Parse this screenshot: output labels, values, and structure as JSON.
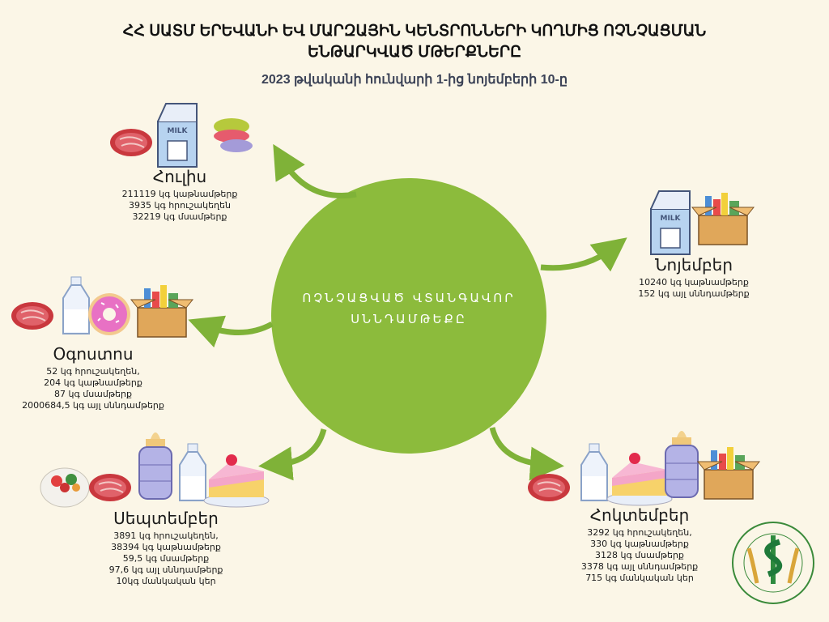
{
  "header": {
    "title_line1": "ՀՀ ՍԱՏՄ ԵՐԵՎԱՆԻ ԵՎ ՄԱՐԶԱՅԻՆ ԿԵՆՏՐՈՆՆԵՐԻ ԿՈՂՄԻՑ ՈՉՆՉԱՑՄԱՆ",
    "title_line2": "ԵՆԹԱՐԿՎԱԾ ՄԹԵՐՔՆԵՐԸ",
    "subtitle": "2023 թվականի հունվարի 1-ից նոյեմբերի 10-ը"
  },
  "center": {
    "line1": "ՈՉՆՉԱՑՎԱԾ ՎՏԱՆԳԱՎՈՐ",
    "line2": "ՍՆՆԴԱՄԹԵՔԸ"
  },
  "colors": {
    "background": "#fbf6e7",
    "circle": "#8cbb3c",
    "arrow": "#7fb238"
  },
  "months": {
    "july": {
      "name": "Հուլիս",
      "lines": [
        "211119 կգ կաթնամթերք",
        "3935 կգ հրուշակեղեն",
        "32219 կգ մսամթերք"
      ],
      "icons": [
        "meat-icon",
        "milk-carton-icon",
        "macaron-icon"
      ]
    },
    "november": {
      "name": "Նոյեմբեր",
      "lines": [
        "10240 կգ կաթնամթերք",
        "152 կգ այլ սննդամթերք"
      ],
      "icons": [
        "milk-carton-icon",
        "grocery-box-icon"
      ]
    },
    "august": {
      "name": "Օգոստոս",
      "lines": [
        "52 կգ հրուշակեղեն,",
        "204 կգ կաթնամթերք",
        "87 կգ մսամթերք",
        "2000684,5 կգ այլ սննդամթերք"
      ],
      "icons": [
        "meat-icon",
        "milk-bottle-icon",
        "donut-icon",
        "grocery-box-icon"
      ]
    },
    "september": {
      "name": "Սեպտեմբեր",
      "lines": [
        "3891 կգ հրուշակեղեն,",
        "38394 կգ կաթնամթերք",
        "59,5 կգ մսամթերք",
        "97,6 կգ այլ սննդամթերք",
        "10կգ մանկական կեր"
      ],
      "icons": [
        "salad-bowl-icon",
        "meat-icon",
        "baby-bottle-icon",
        "milk-bottle-icon",
        "cake-icon"
      ]
    },
    "october": {
      "name": "Հոկտեմբեր",
      "lines": [
        "3292 կգ հրուշակեղեն,",
        "330 կգ կաթնամթերք",
        "3128 կգ մսամթերք",
        "3378 կգ այլ սննդամթերք",
        "715 կգ մանկական կեր"
      ],
      "icons": [
        "meat-icon",
        "milk-bottle-icon",
        "cake-icon",
        "baby-bottle-icon",
        "grocery-box-icon"
      ]
    }
  },
  "logo": {
    "name": "logo-seal"
  }
}
